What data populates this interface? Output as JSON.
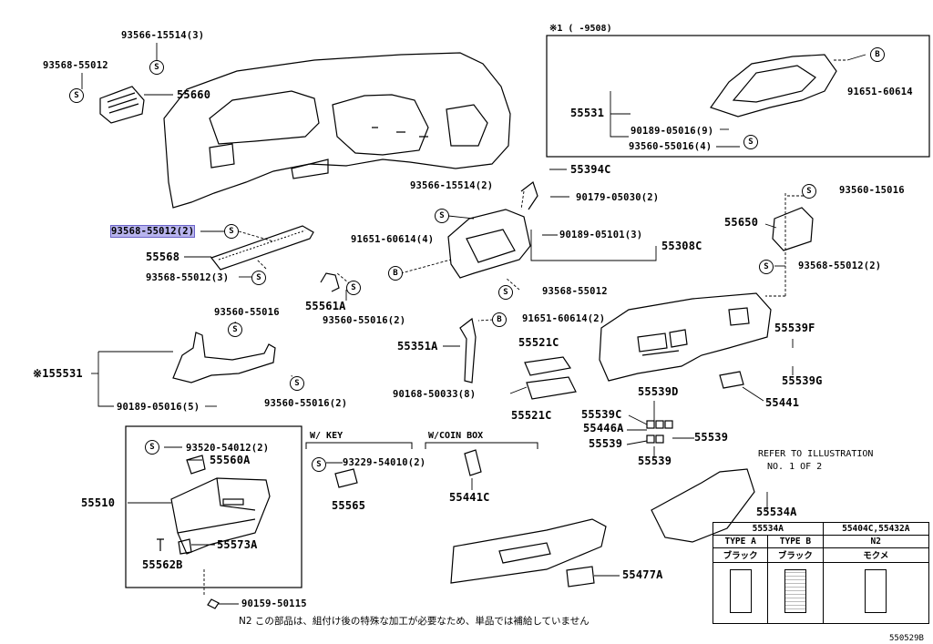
{
  "diagram": {
    "code": "550529B",
    "variant_header": "※1 (      -9508)",
    "section_labels": {
      "w_key": "W/ KEY",
      "w_coin_box": "W/COIN BOX",
      "refer": "REFER TO ILLUSTRATION",
      "refer2": "NO. 1 OF 2",
      "note_japanese": "N2 この部品は、組付け後の特殊な加工が必要なため、単品では補給していません"
    },
    "symbols": {
      "s": "S",
      "b": "B"
    },
    "callouts": [
      {
        "id": "c01",
        "text": "93566-15514(3)"
      },
      {
        "id": "c02",
        "text": "93568-55012"
      },
      {
        "id": "c03",
        "text": "55660"
      },
      {
        "id": "c04",
        "text": "93568-55012(2)",
        "highlighted": true
      },
      {
        "id": "c05",
        "text": "55568"
      },
      {
        "id": "c06",
        "text": "93568-55012(3)"
      },
      {
        "id": "c07",
        "text": "55561A"
      },
      {
        "id": "c08",
        "text": "93560-55016(2)"
      },
      {
        "id": "c09",
        "text": "93560-55016"
      },
      {
        "id": "c10",
        "text": "※155531"
      },
      {
        "id": "c11",
        "text": "90189-05016(5)"
      },
      {
        "id": "c12",
        "text": "93560-55016(2)"
      },
      {
        "id": "c13",
        "text": "93520-54012(2)"
      },
      {
        "id": "c14",
        "text": "55560A"
      },
      {
        "id": "c15",
        "text": "55510"
      },
      {
        "id": "c16",
        "text": "55573A"
      },
      {
        "id": "c17",
        "text": "55562B"
      },
      {
        "id": "c18",
        "text": "90159-50115"
      },
      {
        "id": "c19",
        "text": "93229-54010(2)"
      },
      {
        "id": "c20",
        "text": "55565"
      },
      {
        "id": "c21",
        "text": "55441C"
      },
      {
        "id": "c22",
        "text": "93566-15514(2)"
      },
      {
        "id": "c23",
        "text": "91651-60614(4)"
      },
      {
        "id": "c24",
        "text": "93568-55012"
      },
      {
        "id": "c25",
        "text": "91651-60614(2)"
      },
      {
        "id": "c26",
        "text": "55351A"
      },
      {
        "id": "c27",
        "text": "55521C"
      },
      {
        "id": "c28",
        "text": "90168-50033(8)"
      },
      {
        "id": "c29",
        "text": "55521C"
      },
      {
        "id": "c30",
        "text": "55394C"
      },
      {
        "id": "c31",
        "text": "90179-05030(2)"
      },
      {
        "id": "c32",
        "text": "90189-05101(3)"
      },
      {
        "id": "c33",
        "text": "55308C"
      },
      {
        "id": "c34",
        "text": "55531"
      },
      {
        "id": "c35",
        "text": "90189-05016(9)"
      },
      {
        "id": "c36",
        "text": "93560-55016(4)"
      },
      {
        "id": "c37",
        "text": "91651-60614"
      },
      {
        "id": "c38",
        "text": "93560-15016"
      },
      {
        "id": "c39",
        "text": "55650"
      },
      {
        "id": "c40",
        "text": "93568-55012(2)"
      },
      {
        "id": "c41",
        "text": "55539F"
      },
      {
        "id": "c42",
        "text": "55539G"
      },
      {
        "id": "c43",
        "text": "55441"
      },
      {
        "id": "c44",
        "text": "55539D"
      },
      {
        "id": "c45",
        "text": "55539C"
      },
      {
        "id": "c46",
        "text": "55446A"
      },
      {
        "id": "c47",
        "text": "55539"
      },
      {
        "id": "c48",
        "text": "55539"
      },
      {
        "id": "c49",
        "text": "55539"
      },
      {
        "id": "c50",
        "text": "55534A"
      },
      {
        "id": "c51",
        "text": "55477A"
      }
    ],
    "legend_table": {
      "col1_header": "55534A",
      "col2_header": "55404C,55432A",
      "type_a": "TYPE A",
      "type_b": "TYPE B",
      "n2": "N2",
      "color_a": "ブラック",
      "color_b": "ブラック",
      "color_c": "モクメ"
    }
  }
}
